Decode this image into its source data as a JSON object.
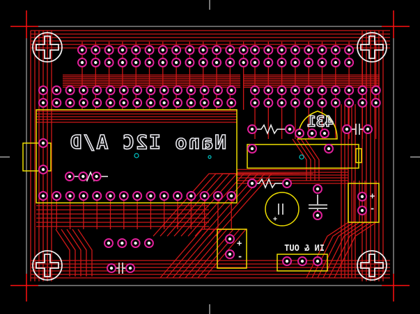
{
  "board": {
    "label_main": "Nano I2C A/D",
    "label_ic": "431",
    "label_in_out": "IN & OUT",
    "label_plus_a": "+",
    "label_plus_b": "+",
    "label_plus_c": "+",
    "label_minus_a": "-",
    "label_minus_b": "-"
  },
  "colors": {
    "background": "#000000",
    "trace": "#d01818",
    "silkscreen": "#f2f2f2",
    "outline": "#f0e000",
    "pad_ring": "#e0209a",
    "pad_hole": "#ffffff",
    "via": "#00c8c8",
    "crosshair": "#ff1010"
  },
  "icons": [
    "mounting-hole-icon",
    "crosshair-icon"
  ]
}
